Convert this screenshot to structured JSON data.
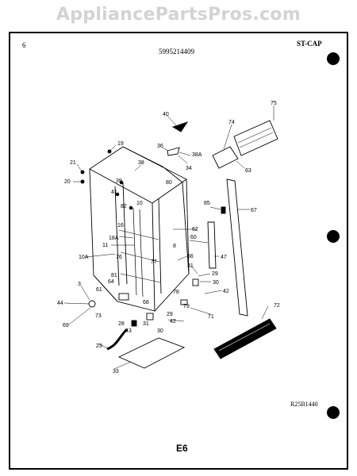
{
  "watermark": "AppliancePartsPros.com",
  "header": {
    "page_index": "6",
    "model_number": "5995214409",
    "section": "ST-CAP"
  },
  "footer": {
    "drawing_code": "R25B1440",
    "page_label": "E6"
  },
  "callouts": {
    "c19": "19",
    "c21": "21",
    "c20": "20",
    "c36": "36",
    "c38": "38",
    "c38a": "38A",
    "c34": "34",
    "c40": "40",
    "c75": "75",
    "c74": "74",
    "c63": "63",
    "c39": "39",
    "c41": "41",
    "c82a": "82",
    "c10": "10",
    "c80": "80",
    "c85": "85",
    "c67": "67",
    "c16": "16",
    "c62": "62",
    "c18a": "18A",
    "c11": "11",
    "c60": "60",
    "c8": "8",
    "c10a": "10A",
    "c76": "76",
    "c77": "77",
    "c66": "66",
    "c47": "47",
    "c31a": "31",
    "c81": "81",
    "c29a": "29",
    "c64": "64",
    "c61": "61",
    "c30a": "30",
    "c3": "3",
    "c78": "78",
    "c42a": "42",
    "c44": "44",
    "c68": "68",
    "c79": "79",
    "c69": "69",
    "c73": "73",
    "c29b": "29",
    "c28": "28",
    "c31b": "31",
    "c42b": "42",
    "c71": "71",
    "c72": "72",
    "c43": "43",
    "c30b": "30",
    "c23": "23",
    "c33": "33"
  }
}
